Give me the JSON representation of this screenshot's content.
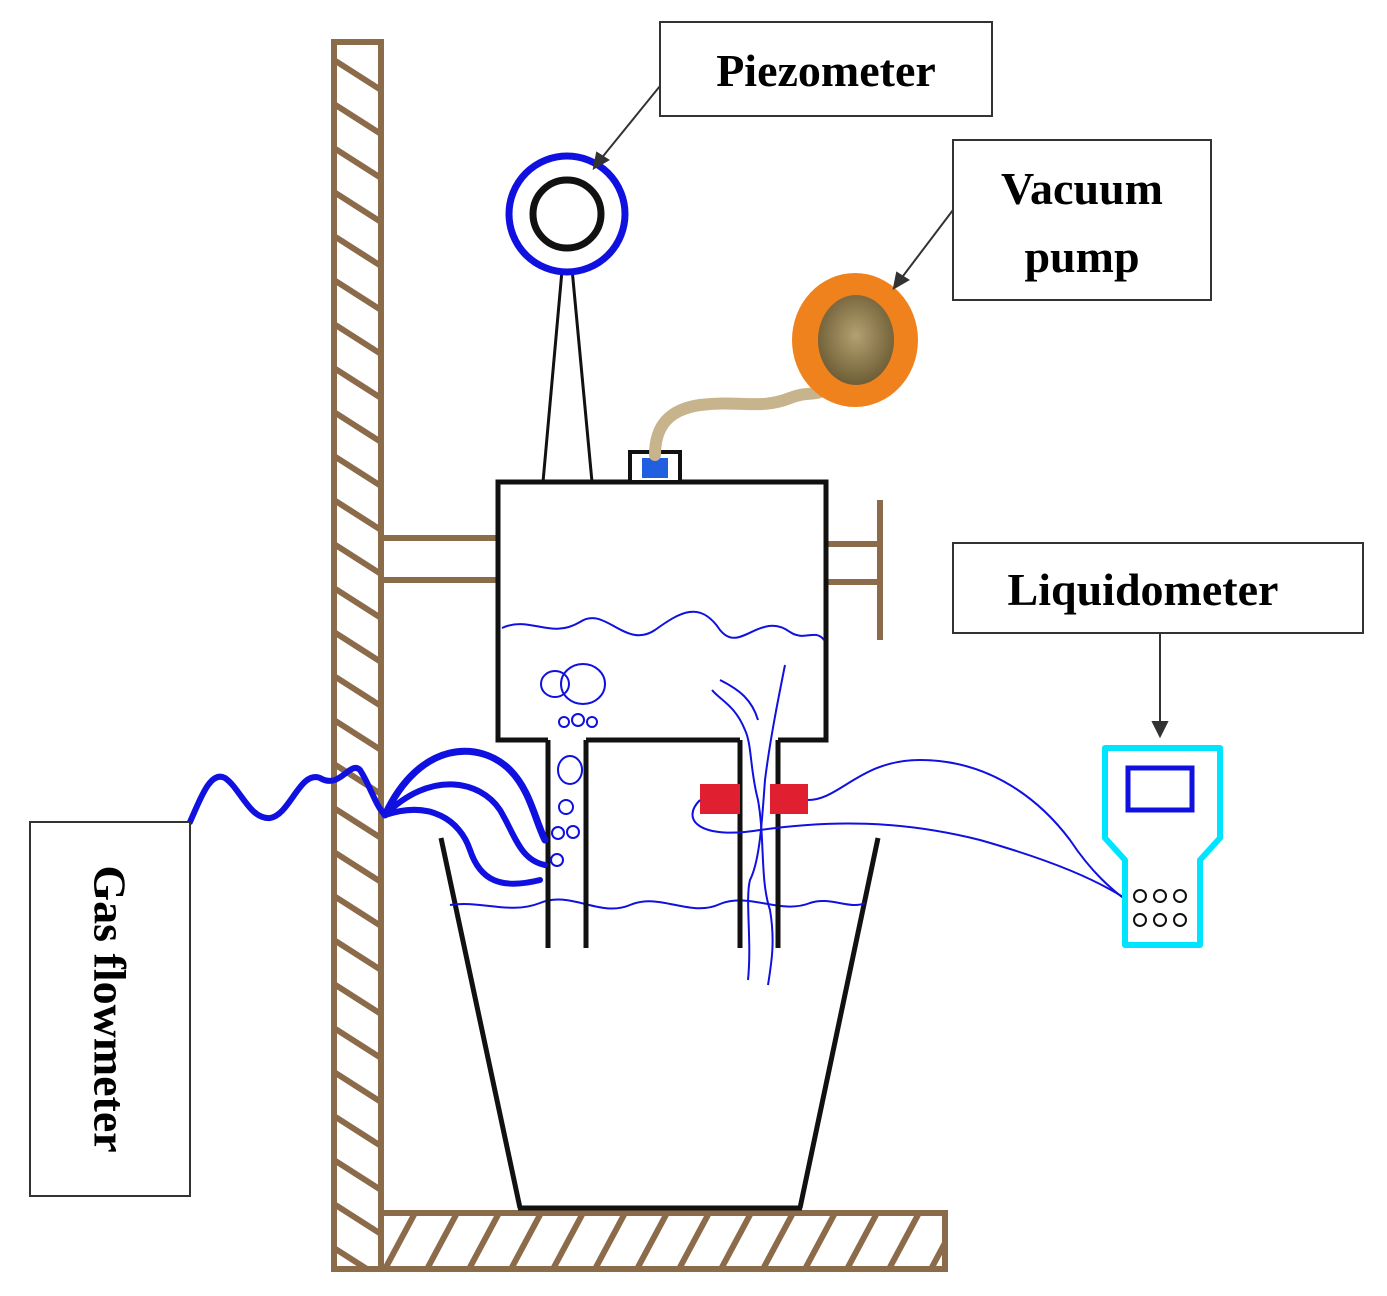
{
  "labels": {
    "piezometer": "Piezometer",
    "vacuum_pump_line1": "Vacuum",
    "vacuum_pump_line2": "pump",
    "liquidometer": "Liquidometer",
    "gas_flowmeter": "Gas flowmeter"
  },
  "colors": {
    "stand": "#8B6B4A",
    "water_lines": "#1010E0",
    "piezometer_ring": "#1010E0",
    "pump_outer": "#F0821E",
    "pump_inner": "#8A7A50",
    "hose": "#C8B48C",
    "liquidometer_body": "#00E5FF",
    "sensor_red": "#E02030",
    "valve_blue": "#2060E0",
    "outline": "#111111"
  },
  "icons": {
    "piezometer": "pressure-gauge-icon",
    "vacuum_pump": "vacuum-pump-icon",
    "liquidometer": "handheld-meter-icon"
  }
}
